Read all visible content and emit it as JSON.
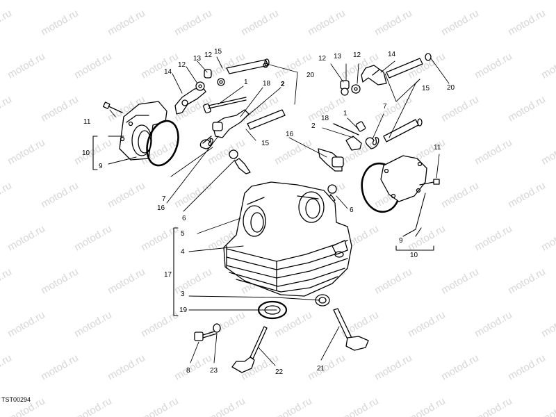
{
  "diagram": {
    "catalog_code": "TST00294",
    "watermark_text": "motod.ru",
    "callouts": [
      {
        "id": "c15a",
        "text": "15"
      },
      {
        "id": "c13a",
        "text": "13"
      },
      {
        "id": "c12a",
        "text": "12"
      },
      {
        "id": "c14a",
        "text": "14"
      },
      {
        "id": "c12b",
        "text": "12"
      },
      {
        "id": "c20a",
        "text": "20"
      },
      {
        "id": "c1a",
        "text": "1"
      },
      {
        "id": "c18a",
        "text": "18"
      },
      {
        "id": "c2a",
        "text": "2"
      },
      {
        "id": "c11a",
        "text": "11"
      },
      {
        "id": "c10a",
        "text": "10"
      },
      {
        "id": "c9a",
        "text": "9"
      },
      {
        "id": "c15b",
        "text": "15"
      },
      {
        "id": "c7a",
        "text": "7"
      },
      {
        "id": "c16a",
        "text": "16"
      },
      {
        "id": "c6a",
        "text": "6"
      },
      {
        "id": "c12c",
        "text": "12"
      },
      {
        "id": "c13b",
        "text": "13"
      },
      {
        "id": "c12d",
        "text": "12"
      },
      {
        "id": "c14b",
        "text": "14"
      },
      {
        "id": "c15c",
        "text": "15"
      },
      {
        "id": "c20b",
        "text": "20"
      },
      {
        "id": "c1b",
        "text": "1"
      },
      {
        "id": "c7b",
        "text": "7"
      },
      {
        "id": "c18b",
        "text": "18"
      },
      {
        "id": "c2b",
        "text": "2"
      },
      {
        "id": "c16b",
        "text": "16"
      },
      {
        "id": "c11b",
        "text": "11"
      },
      {
        "id": "c6b",
        "text": "6"
      },
      {
        "id": "c9b",
        "text": "9"
      },
      {
        "id": "c10b",
        "text": "10"
      },
      {
        "id": "c5",
        "text": "5"
      },
      {
        "id": "c4",
        "text": "4"
      },
      {
        "id": "c17",
        "text": "17"
      },
      {
        "id": "c3",
        "text": "3"
      },
      {
        "id": "c19",
        "text": "19"
      },
      {
        "id": "c8",
        "text": "8"
      },
      {
        "id": "c23",
        "text": "23"
      },
      {
        "id": "c22",
        "text": "22"
      },
      {
        "id": "c21",
        "text": "21"
      }
    ]
  }
}
